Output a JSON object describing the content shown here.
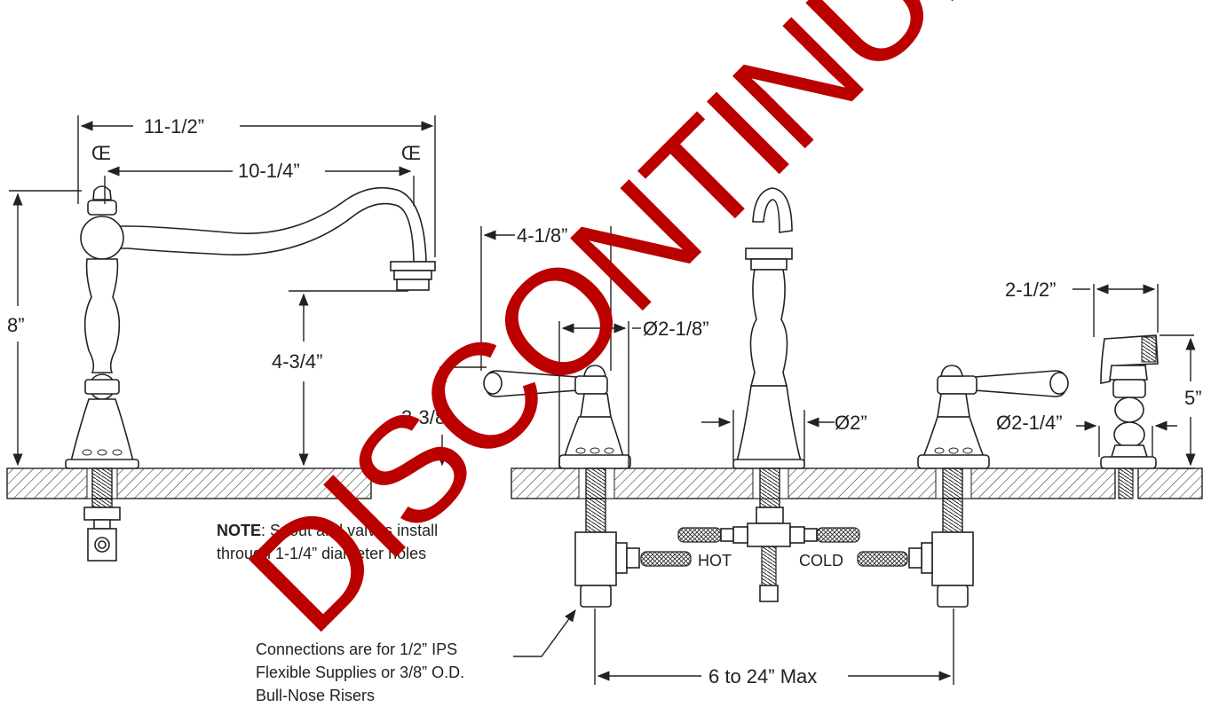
{
  "dimensions": {
    "spout_reach": "11-1/2”",
    "spout_center": "10-1/4”",
    "centerline_mark_left": "Œ",
    "centerline_mark_right": "Œ",
    "overall_height": "8”",
    "spout_clearance": "4-3/4”",
    "handle_reach": "4-1/8”",
    "valve_base_dia": "Ø2-1/8”",
    "handle_height": "3-3/8”",
    "spout_base_dia": "Ø2”",
    "sprayer_width": "2-1/2”",
    "sprayer_height": "5”",
    "sprayer_base_dia": "Ø2-1/4”",
    "spread": "6 to 24” Max"
  },
  "labels": {
    "hot": "HOT",
    "cold": "COLD"
  },
  "note": {
    "bold": "NOTE",
    "line1_rest": ": Spout and valves install",
    "line2": "through 1-1/4” diameter holes"
  },
  "connections": {
    "line1": "Connections are for 1/2” IPS",
    "line2": "Flexible Supplies or 3/8” O.D.",
    "line3": "Bull-Nose Risers"
  },
  "stamp": {
    "text": "DISCONTINUED",
    "color": "#bb0000"
  }
}
